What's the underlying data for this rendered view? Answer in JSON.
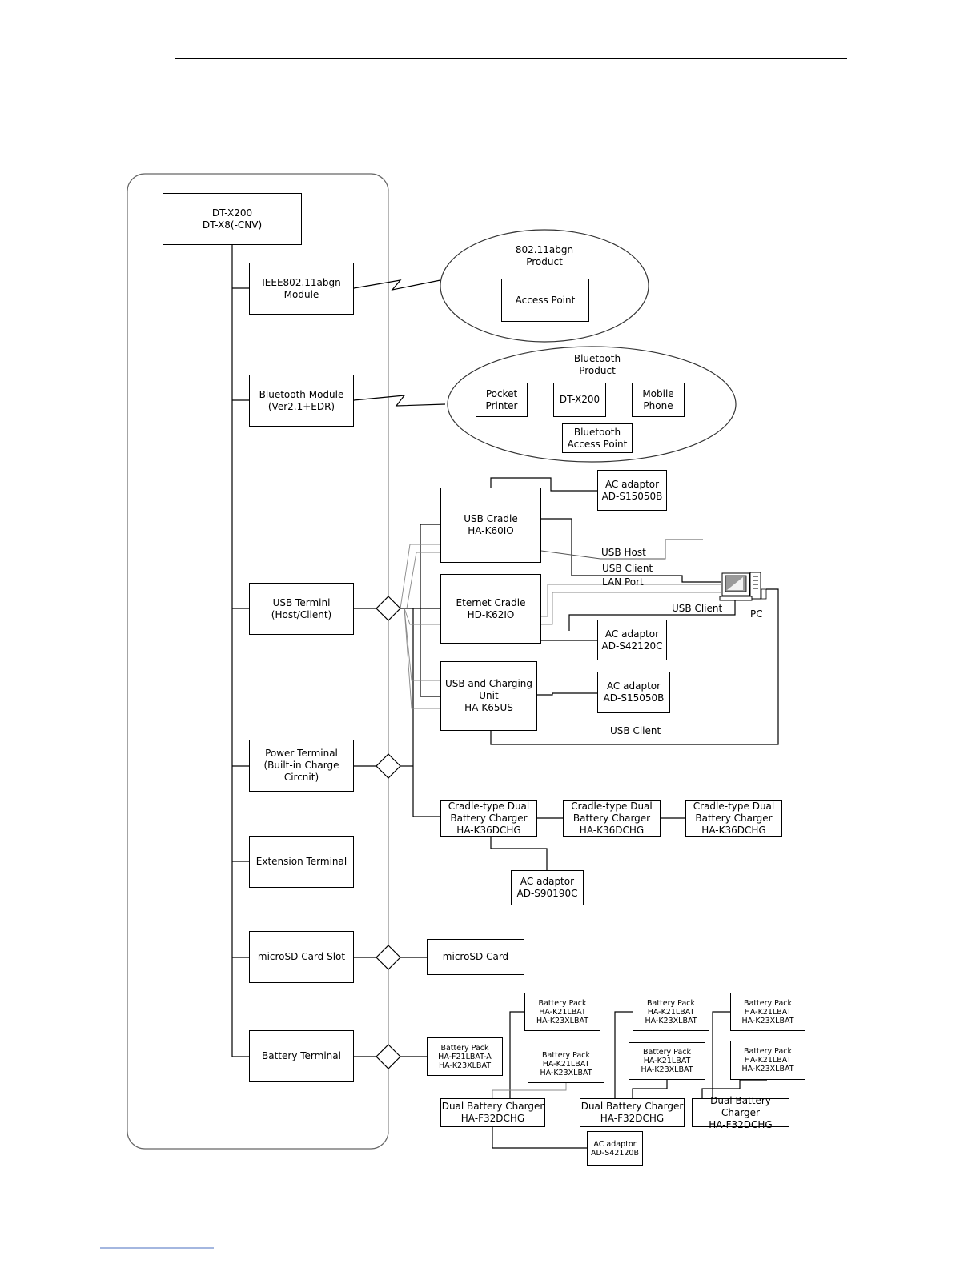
{
  "device": {
    "name": "DT-X200\nDT-X8(-CNV)"
  },
  "modules": {
    "wlan": "IEEE802.11abgn\nModule",
    "bt": "Bluetooth Module\n(Ver2.1+EDR)",
    "usb": "USB Terminl\n(Host/Client)",
    "power": "Power Terminal\n(Built-in Charge\nCircnit)",
    "ext": "Extension Terminal",
    "sd": "microSD Card Slot",
    "battery": "Battery Terminal"
  },
  "wlan_group": {
    "title": "802.11abgn\nProduct",
    "access_point": "Access Point"
  },
  "bt_group": {
    "title": "Bluetooth\nProduct",
    "pocket_printer": "Pocket\nPrinter",
    "dtx200": "DT-X200",
    "mobile_phone": "Mobile\nPhone",
    "bt_access_point": "Bluetooth\nAccess Point"
  },
  "usb_side": {
    "usb_cradle": "USB Cradle\nHA-K60IO",
    "eth_cradle": "Eternet Cradle\nHD-K62IO",
    "usb_charging": "USB and Charging\nUnit\nHA-K65US",
    "ac1": "AC adaptor\nAD-S15050B",
    "ac2": "AC adaptor\nAD-S42120C",
    "ac3": "AC adaptor\nAD-S15050B",
    "usb_host": "USB Host",
    "usb_client1": "USB Client",
    "lan_port": "LAN Port",
    "usb_client2": "USB Client",
    "usb_client3": "USB Client",
    "pc": "PC"
  },
  "chargers": {
    "c1": "Cradle-type Dual\nBattery Charger\nHA-K36DCHG",
    "c2": "Cradle-type Dual\nBattery Charger\nHA-K36DCHG",
    "c3": "Cradle-type Dual\nBattery Charger\nHA-K36DCHG",
    "ac": "AC adaptor\nAD-S90190C"
  },
  "sd": {
    "card": "microSD Card"
  },
  "battery_side": {
    "pack_main": "Battery Pack\nHA-F21LBAT-A\nHA-K23XLBAT",
    "p1": "Battery Pack\nHA-K21LBAT\nHA-K23XLBAT",
    "p2": "Battery Pack\nHA-K21LBAT\nHA-K23XLBAT",
    "p3": "Battery Pack\nHA-K21LBAT\nHA-K23XLBAT",
    "p4": "Battery Pack\nHA-K21LBAT\nHA-K23XLBAT",
    "p5": "Battery Pack\nHA-K21LBAT\nHA-K23XLBAT",
    "p6": "Battery Pack\nHA-K21LBAT\nHA-K23XLBAT",
    "d1": "Dual Battery Charger\nHA-F32DCHG",
    "d2": "Dual Battery Charger\nHA-F32DCHG",
    "d3": "Dual Battery Charger\nHA-F32DCHG",
    "ac": "AC adaptor\nAD-S42120B"
  }
}
